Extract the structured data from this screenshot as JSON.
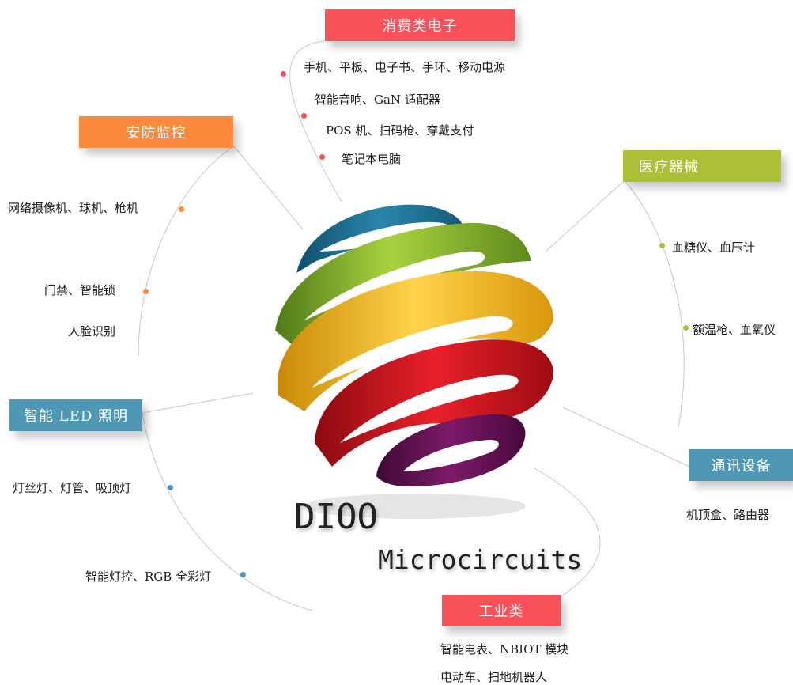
{
  "brand": {
    "line1": "DIOO",
    "line2": "Microcircuits"
  },
  "colors": {
    "red": "#f9505a",
    "orange": "#fb8a3c",
    "olive": "#acbf35",
    "blue": "#4e98b5",
    "sphere_blue": "#1f6f91",
    "sphere_green": "#7fae2c",
    "sphere_yellow": "#f2b51e",
    "sphere_red": "#c3131b",
    "sphere_purple": "#5e1250"
  },
  "categories": {
    "consumer": {
      "label": "消费类电子",
      "items": [
        "手机、平板、电子书、手环、移动电源",
        "智能音响、GaN 适配器",
        "POS 机、扫码枪、穿戴支付",
        "笔记本电脑"
      ]
    },
    "security": {
      "label": "安防监控",
      "items": [
        "网络摄像机、球机、枪机",
        "门禁、智能锁",
        "人脸识别"
      ]
    },
    "medical": {
      "label": "医疗器械",
      "items": [
        "血糖仪、血压计",
        "额温枪、血氧仪"
      ]
    },
    "lighting": {
      "label": "智能 LED 照明",
      "items": [
        "灯丝灯、灯管、吸顶灯",
        "智能灯控、RGB 全彩灯"
      ]
    },
    "telecom": {
      "label": "通讯设备",
      "items": [
        "机顶盒、路由器"
      ]
    },
    "industrial": {
      "label": "工业类",
      "items": [
        "智能电表、NBIOT 模块",
        "电动车、扫地机器人"
      ]
    }
  }
}
